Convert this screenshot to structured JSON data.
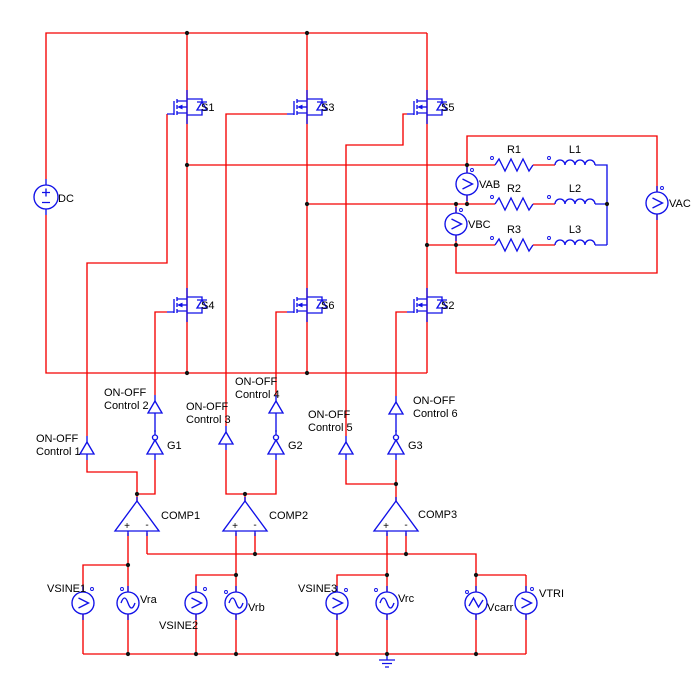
{
  "schematic": {
    "background": "#ffffff",
    "wire_color": "#f40000",
    "component_color": "#1010e8",
    "label_color": "#000000",
    "dc_source": {
      "label": "DC"
    },
    "switches": {
      "s1": "S1",
      "s3": "S3",
      "s5": "S5",
      "s4": "S4",
      "s6": "S6",
      "s2": "S2"
    },
    "load": {
      "r1": "R1",
      "r2": "R2",
      "r3": "R3",
      "l1": "L1",
      "l2": "L2",
      "l3": "L3"
    },
    "meters": {
      "vab": "VAB",
      "vbc": "VBC",
      "vac": "VAC",
      "vsine1": "VSINE1",
      "vsine2": "VSINE2",
      "vsine3": "VSINE3",
      "vtri": "VTRI"
    },
    "references": {
      "vra": "Vra",
      "vrb": "Vrb",
      "vrc": "Vrc",
      "vcarr": "Vcarr"
    },
    "comparators": {
      "comp1": "COMP1",
      "comp2": "COMP2",
      "comp3": "COMP3",
      "plus": "+",
      "minus": "-"
    },
    "gates": {
      "g1": "G1",
      "g2": "G2",
      "g3": "G3"
    },
    "controls": {
      "c1": {
        "line1": "ON-OFF",
        "line2": "Control 1"
      },
      "c2": {
        "line1": "ON-OFF",
        "line2": "Control 2"
      },
      "c3": {
        "line1": "ON-OFF",
        "line2": "Control 3"
      },
      "c4": {
        "line1": "ON-OFF",
        "line2": "Control 4"
      },
      "c5": {
        "line1": "ON-OFF",
        "line2": "Control 5"
      },
      "c6": {
        "line1": "ON-OFF",
        "line2": "Control 6"
      }
    }
  }
}
